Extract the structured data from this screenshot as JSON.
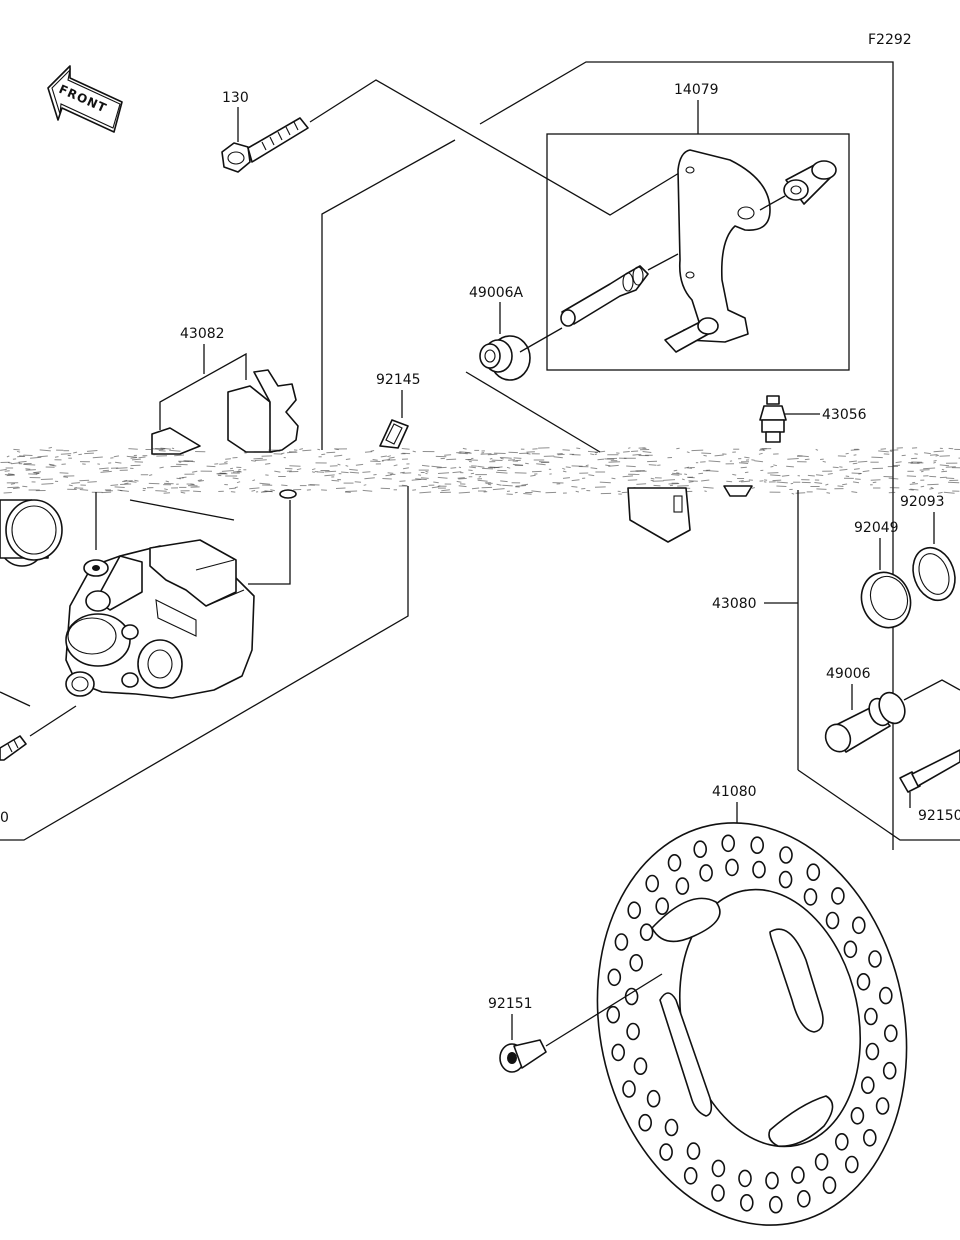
{
  "diagram_code": "F2292",
  "front_label": "FRONT",
  "parts": {
    "p130": "130",
    "p14079": "14079",
    "p49006A": "49006A",
    "p43082": "43082",
    "p92145": "92145",
    "p43056": "43056",
    "p92093": "92093",
    "p92049": "92049",
    "p43080": "43080",
    "p49006": "49006",
    "p92150": "92150",
    "p41080": "41080",
    "p92151": "92151",
    "p_cut_left": "0"
  }
}
